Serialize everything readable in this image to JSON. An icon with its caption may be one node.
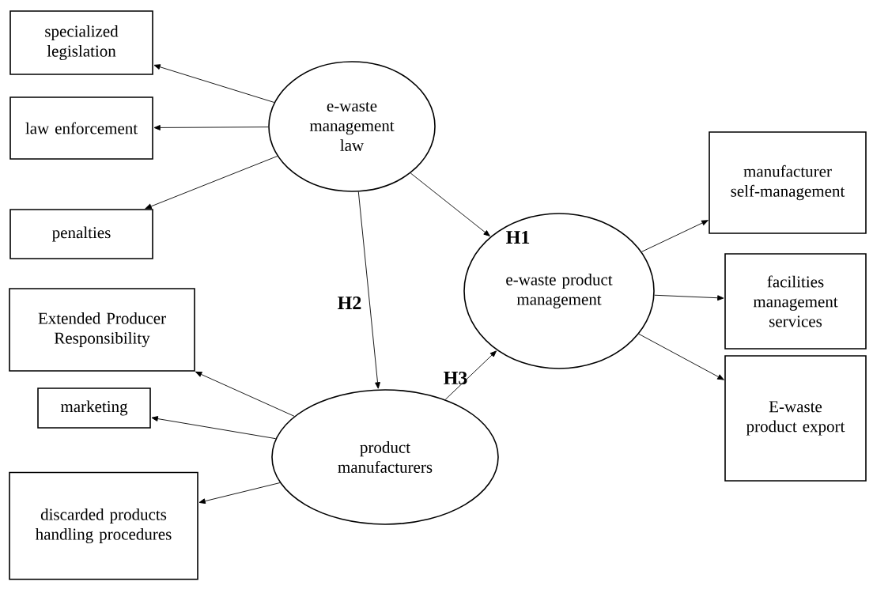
{
  "diagram": {
    "nodes": [
      {
        "text": [
          "specialized legislation"
        ]
      },
      {
        "text": [
          "law enforcement"
        ]
      },
      {
        "text": [
          "penalties"
        ]
      },
      {
        "text": [
          "e-waste management law"
        ]
      },
      {
        "text": [
          "manufacturer self-management"
        ]
      },
      {
        "text": [
          "facilities management services"
        ]
      },
      {
        "text": [
          "E-waste product export"
        ]
      },
      {
        "text": [
          "e-waste product management"
        ]
      },
      {
        "text": [
          "Extended Producer Responsibility"
        ]
      },
      {
        "text": [
          "marketing"
        ]
      },
      {
        "text": [
          "discarded products handling procedures"
        ]
      },
      {
        "text": [
          "product manufacturers"
        ]
      }
    ],
    "edges": [
      {
        "from": 3,
        "to": 0,
        "arrow": "to"
      },
      {
        "from": 3,
        "to": 1,
        "arrow": "to"
      },
      {
        "from": 3,
        "to": 2,
        "arrow": "to"
      },
      {
        "from": 3,
        "to": 7,
        "arrow": "to",
        "label": "H1"
      },
      {
        "from": 3,
        "to": 11,
        "arrow": "to",
        "label": "H2"
      },
      {
        "from": 11,
        "to": 7,
        "arrow": "to",
        "label": "H3"
      },
      {
        "from": 7,
        "to": 4,
        "arrow": "to"
      },
      {
        "from": 7,
        "to": 5,
        "arrow": "to"
      },
      {
        "from": 7,
        "to": 6,
        "arrow": "to"
      },
      {
        "from": 11,
        "to": 8,
        "arrow": "to"
      },
      {
        "from": 11,
        "to": 9,
        "arrow": "to"
      },
      {
        "from": 11,
        "to": 10,
        "arrow": "to"
      }
    ]
  }
}
